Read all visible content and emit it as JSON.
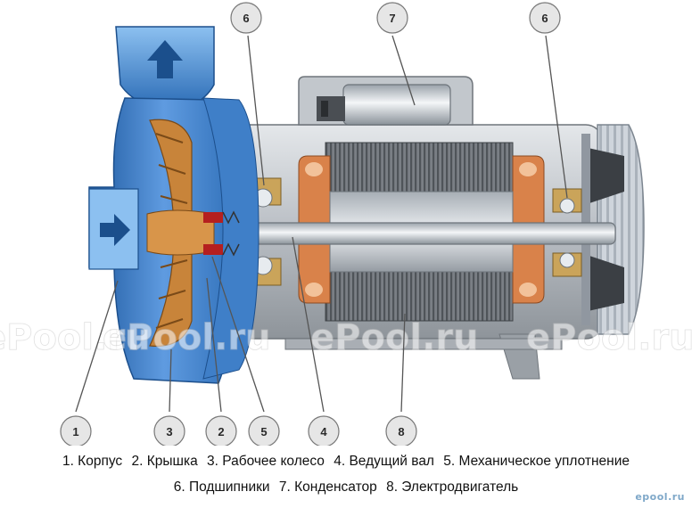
{
  "callouts": [
    "1",
    "2",
    "3",
    "4",
    "5",
    "6",
    "7",
    "8"
  ],
  "watermark": "ePool.ru",
  "corner_logo": "epool.ru",
  "legend": {
    "row1": [
      "1. Корпус",
      "2. Крышка",
      "3. Рабочее колесо",
      "4. Ведущий вал",
      "5. Механическое уплотнение"
    ],
    "row2": [
      "6. Подшипники",
      "7. Конденсатор",
      "8. Электродвигатель"
    ]
  },
  "colors": {
    "housing_blue": "#2f6fb8",
    "housing_light": "#7fb1e6",
    "impeller_orange": "#c8843a",
    "motor_grey": "#b9bec4",
    "stator_dark": "#6b6f74",
    "winding_copper": "#d9824a",
    "shaft_silver": "#d8dde2"
  }
}
